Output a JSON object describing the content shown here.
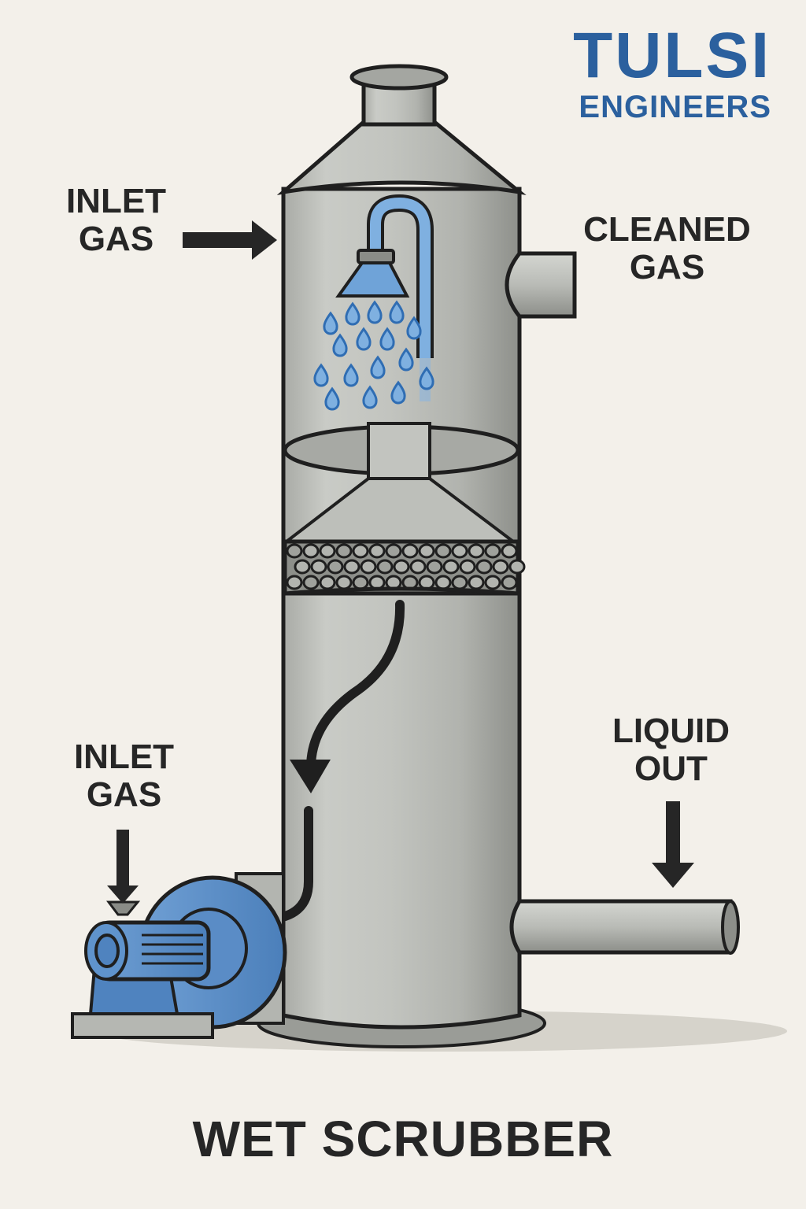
{
  "brand": {
    "name": "TULSI",
    "subtitle": "ENGINEERS",
    "color": "#2b609e"
  },
  "title": "WET SCRUBBER",
  "labels": {
    "inlet_gas_top": [
      "INLET",
      "GAS"
    ],
    "cleaned_gas": [
      "CLEANED",
      "GAS"
    ],
    "inlet_gas_bottom": [
      "INLET",
      "GAS"
    ],
    "liquid_out": [
      "LIQUID",
      "OUT"
    ]
  },
  "components": [
    {
      "name": "exhaust-stack",
      "description": "top outlet nozzle with flange"
    },
    {
      "name": "conical-top",
      "description": "cone hood"
    },
    {
      "name": "spray-nozzle",
      "description": "water shower head with blue pipe",
      "color": "#6fa3d8"
    },
    {
      "name": "water-droplets",
      "count": 17,
      "color": "#2f6db3"
    },
    {
      "name": "cleaned-gas-outlet",
      "description": "side outlet pipe"
    },
    {
      "name": "mist-eliminator",
      "description": "internal ring and cone"
    },
    {
      "name": "packing-bed",
      "description": "stone packing layer"
    },
    {
      "name": "flow-arrow",
      "description": "curved gas flow arrow"
    },
    {
      "name": "blower-motor",
      "description": "blue centrifugal fan with motor",
      "color": "#4f83bf"
    },
    {
      "name": "liquid-out-pipe",
      "description": "drain pipe"
    }
  ],
  "colors": {
    "background": "#f3f0ea",
    "vessel": "#b8bab5",
    "outline": "#1f1f1f",
    "text": "#262626"
  }
}
